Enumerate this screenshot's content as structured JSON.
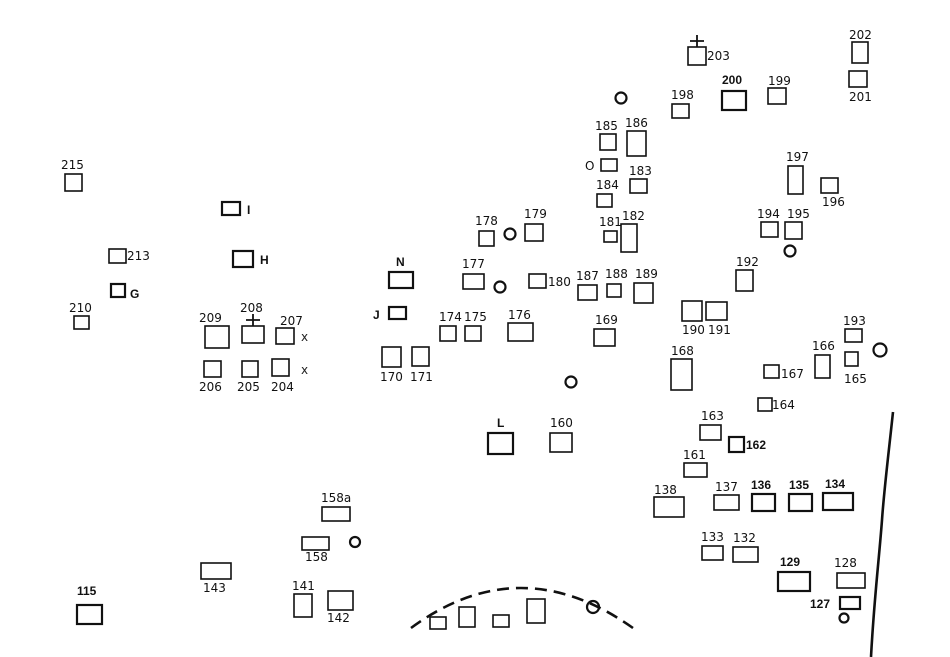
{
  "map": {
    "plots": [
      "203",
      "200",
      "199",
      "202",
      "201",
      "198",
      "185",
      "186",
      "O",
      "183",
      "184",
      "181",
      "182",
      "197",
      "196",
      "194",
      "195",
      "192",
      "187",
      "188",
      "189",
      "190",
      "191",
      "180",
      "179",
      "178",
      "177",
      "N",
      "I",
      "H",
      "G",
      "213",
      "215",
      "210",
      "209",
      "208",
      "207",
      "206",
      "205",
      "204",
      "J",
      "174",
      "175",
      "176",
      "169",
      "170",
      "171",
      "168",
      "167",
      "166",
      "193",
      "165",
      "164",
      "163",
      "162",
      "L",
      "160",
      "161",
      "138",
      "137",
      "136",
      "135",
      "134",
      "133",
      "132",
      "129",
      "128",
      "127",
      "158a",
      "158",
      "143",
      "141",
      "142",
      "115"
    ],
    "x_marks": [
      "x",
      "x"
    ]
  }
}
